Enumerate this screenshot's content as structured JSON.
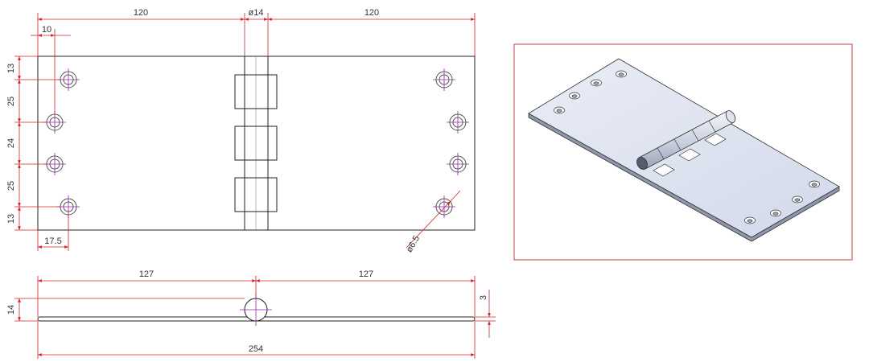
{
  "front_view": {
    "dimensions": {
      "left_width": "120",
      "pin_diameter": "ø14",
      "right_width": "120",
      "hole_inset_x": "10",
      "hole_edge_x": "17.5",
      "hole_diameter": "ø6.5",
      "spacing_top": "13",
      "spacing_2": "25",
      "spacing_3": "24",
      "spacing_4": "25",
      "spacing_bottom": "13"
    }
  },
  "side_view": {
    "dimensions": {
      "left_half": "127",
      "right_half": "127",
      "total_length": "254",
      "knuckle_height": "14",
      "thickness": "3"
    }
  },
  "iso_view": {
    "frame_color": "#c0404a"
  },
  "colors": {
    "dimension_line": "#d0202a",
    "center_mark": "#9b1fb4",
    "part_outline": "#222222"
  }
}
